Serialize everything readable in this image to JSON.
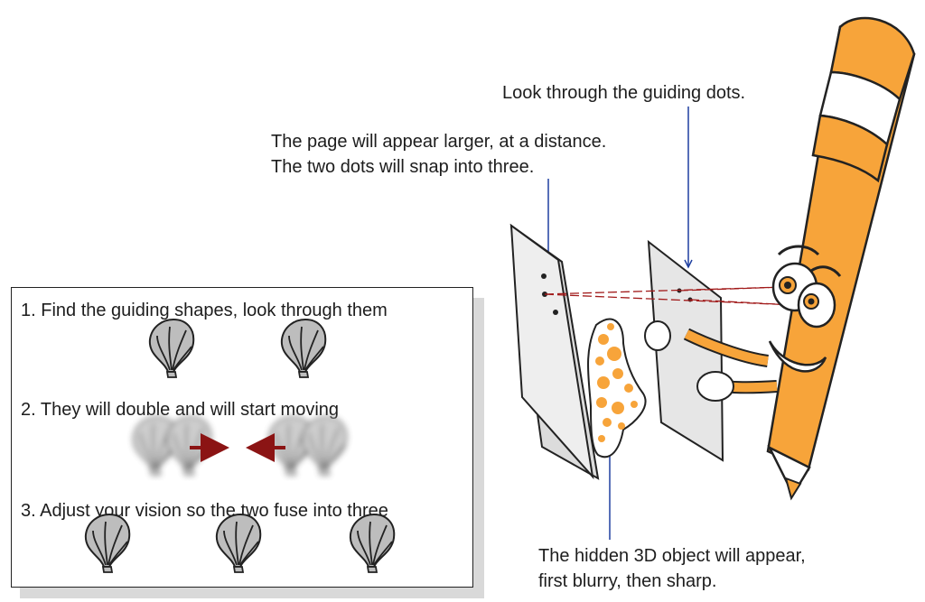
{
  "annotations": {
    "look_through": "Look through the guiding dots.",
    "page_larger_line1": "The page will appear larger, at a distance.",
    "page_larger_line2": "The two dots will snap into three.",
    "hidden_object_line1": "The hidden 3D object will appear,",
    "hidden_object_line2": "first blurry, then sharp."
  },
  "steps": [
    {
      "text": "1. Find the guiding shapes, look through them"
    },
    {
      "text": "2. They will double and will start moving"
    },
    {
      "text": "3. Adjust your vision so the two fuse into three"
    }
  ],
  "colors": {
    "pencil_orange": "#f7a43a",
    "arrow_red": "#8b1414",
    "pointer_blue": "#1f3fa0",
    "shell_gray": "#bdbdbd",
    "dot_fill": "#f7a43a"
  },
  "icons": {
    "shell": "scallop-shell-icon",
    "mascot": "pencil-mascot"
  }
}
